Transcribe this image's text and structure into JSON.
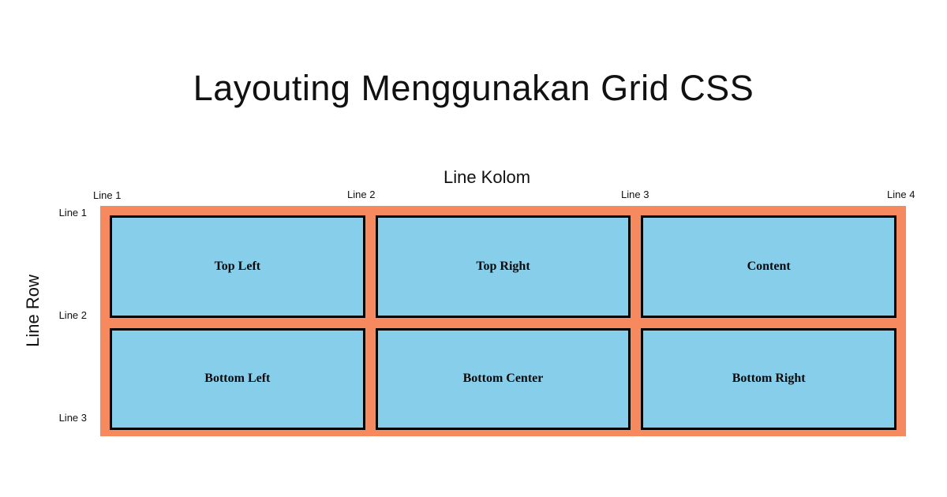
{
  "page": {
    "title": "Layouting Menggunakan Grid CSS"
  },
  "axis": {
    "column_title": "Line Kolom",
    "row_title": "Line Row",
    "column_lines": [
      "Line 1",
      "Line 2",
      "Line 3",
      "Line 4"
    ],
    "row_lines": [
      "Line 1",
      "Line 2",
      "Line 3"
    ]
  },
  "grid": {
    "container_color": "#F7895E",
    "cell_color": "#87CEEB",
    "cell_border_color": "#000000",
    "cells": [
      {
        "label": "Top Left"
      },
      {
        "label": "Top Right"
      },
      {
        "label": "Content"
      },
      {
        "label": "Bottom Left"
      },
      {
        "label": "Bottom Center"
      },
      {
        "label": "Bottom Right"
      }
    ]
  }
}
